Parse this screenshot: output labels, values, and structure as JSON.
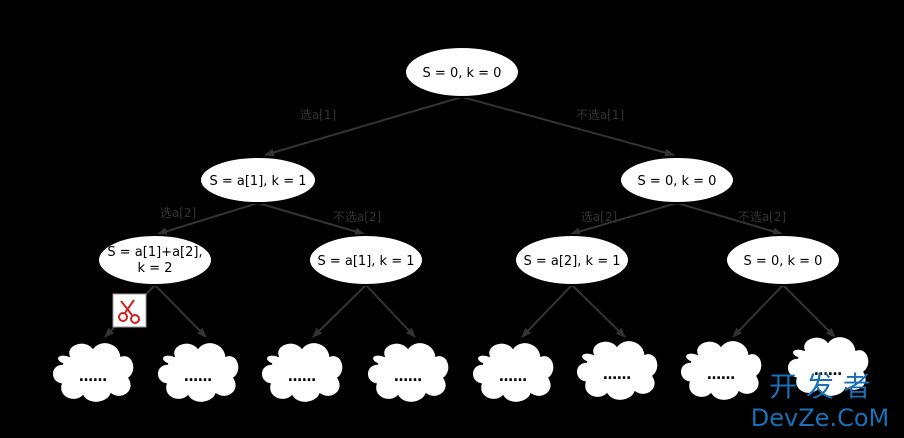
{
  "nodes": {
    "root": "S = 0, k  = 0",
    "l1_left": "S = a[1], k  = 1",
    "l1_right": "S = 0, k  = 0",
    "l2_ll_line1": "S = a[1]+a[2],",
    "l2_ll_line2": "k  = 2",
    "l2_lr": "S = a[1], k  = 1",
    "l2_rl": "S = a[2], k  = 1",
    "l2_rr": "S = 0, k  = 0"
  },
  "edge_labels": {
    "root_left": "选a[1]",
    "root_right": "不选a[1]",
    "l1l_left": "选a[2]",
    "l1l_right": "不选a[2]",
    "l1r_left": "选a[2]",
    "l1r_right": "不选a[2]"
  },
  "clouds": [
    "……",
    "……",
    "……",
    "……",
    "……",
    "……",
    "……",
    "……"
  ],
  "icons": {
    "prune": "scissors-icon"
  },
  "watermark": {
    "line1": "开 发 者",
    "line2": "DevZe.CoM"
  },
  "colors": {
    "background": "#000000",
    "node_fill": "#ffffff",
    "edge": "#333333",
    "watermark": "#1a6fb5",
    "scissors": "#cc2222"
  }
}
